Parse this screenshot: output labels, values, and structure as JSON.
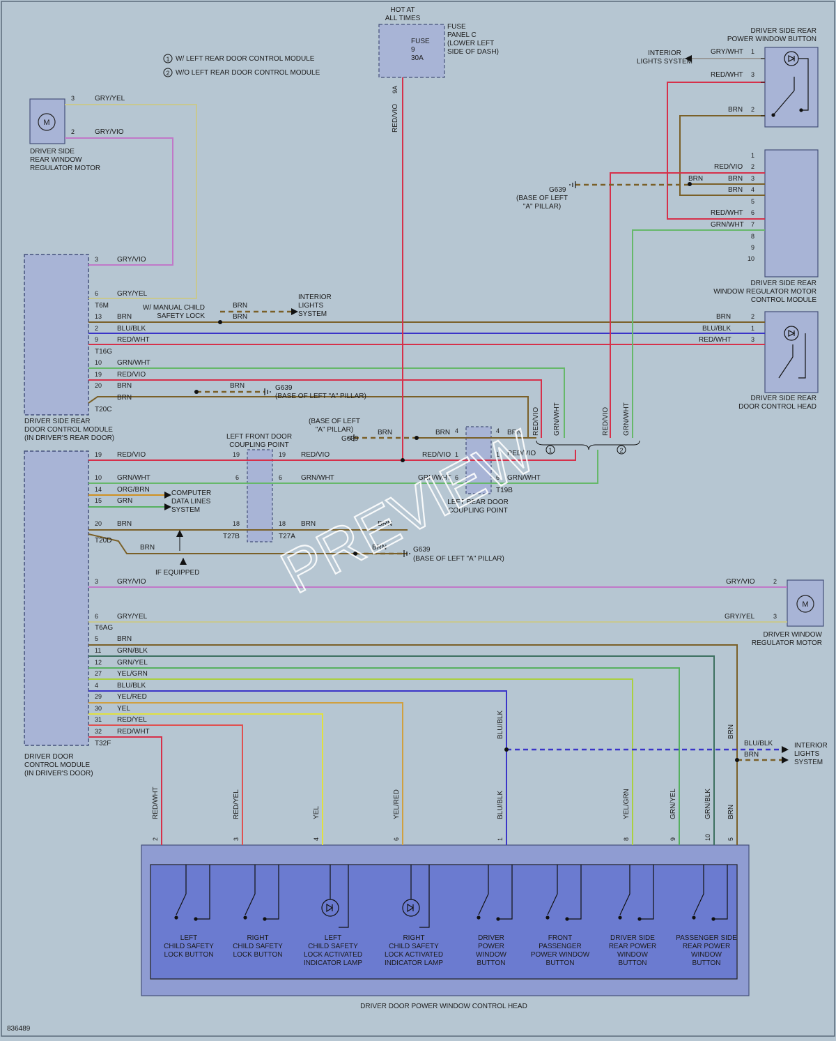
{
  "colors": {
    "background": "#b6c6d2",
    "module_fill": "#a8b4d6",
    "module_stroke": "#44507a",
    "control_head_outer": "#8f9cd2",
    "control_head_inner": "#6b7bd0",
    "wire_red": "#d6304a",
    "wire_brn": "#7a6028",
    "wire_blu": "#3a34c8",
    "wire_grn": "#56b060",
    "wire_grn_wht": "#66b86a",
    "wire_gry_vio": "#c078c8",
    "wire_gry_yel": "#c8c890",
    "wire_yel": "#e0e040",
    "wire_org": "#d09020"
  },
  "notes": {
    "note1": "W/ LEFT REAR DOOR CONTROL MODULE",
    "note2": "W/O LEFT REAR DOOR CONTROL MODULE",
    "n1": "1",
    "n2": "2"
  },
  "fuse": {
    "hot": "HOT AT\nALL TIMES",
    "name": "FUSE\n9\n30A",
    "panel": "FUSE\nPANEL C\n(LOWER LEFT\nSIDE OF DASH)",
    "pin": "9A",
    "wire": "RED/VIO"
  },
  "components": {
    "rear_motor": "DRIVER SIDE\nREAR WINDOW\nREGULATOR MOTOR",
    "rear_dcm": "DRIVER SIDE REAR\nDOOR CONTROL MODULE\n(IN DRIVER'S REAR DOOR)",
    "driver_dcm": "DRIVER DOOR\nCONTROL MODULE\n(IN DRIVER'S DOOR)",
    "rear_pwb": "DRIVER SIDE REAR\nPOWER WINDOW BUTTON",
    "rear_reg_cm": "DRIVER SIDE REAR\nWINDOW REGULATOR MOTOR\nCONTROL MODULE",
    "rear_dch": "DRIVER SIDE REAR\nDOOR CONTROL HEAD",
    "driver_motor": "DRIVER WINDOW\nREGULATOR MOTOR",
    "control_head": "DRIVER DOOR POWER WINDOW CONTROL HEAD",
    "lf_coupling": "LEFT FRONT DOOR\nCOUPLING POINT",
    "lr_coupling": "LEFT REAR DOOR\nCOUPLING POINT"
  },
  "labels": {
    "interior_lights": "INTERIOR\nLIGHTS SYSTEM",
    "interior_lights2": "INTERIOR\nLIGHTS\nSYSTEM",
    "g639": "G639",
    "g639_base": "(BASE OF LEFT \"A\" PILLAR)",
    "g639_base2": "(BASE OF LEFT\n\"A\" PILLAR)",
    "manual_lock": "W/ MANUAL CHILD\nSAFETY LOCK",
    "computer": "COMPUTER\nDATA LINES\nSYSTEM",
    "if_equipped": "IF EQUIPPED",
    "m": "M"
  },
  "connectors": {
    "t6m": "T6M",
    "t16g": "T16G",
    "t20c": "T20C",
    "t20d": "T20D",
    "t6ag": "T6AG",
    "t32f": "T32F",
    "t27b": "T27B",
    "t27a": "T27A",
    "t19b": "T19B"
  },
  "wires": {
    "gry_yel": "GRY/YEL",
    "gry_vio": "GRY/VIO",
    "brn": "BRN",
    "blu_blk": "BLU/BLK",
    "red_wht": "RED/WHT",
    "grn_wht": "GRN/WHT",
    "red_vio": "RED/VIO",
    "org_brn": "ORG/BRN",
    "grn": "GRN",
    "grn_blk": "GRN/BLK",
    "grn_yel": "GRN/YEL",
    "yel_grn": "YEL/GRN",
    "yel_red": "YEL/RED",
    "yel": "YEL",
    "red_yel": "RED/YEL",
    "gry_wht": "GRY/WHT"
  },
  "pins": {
    "p1": "1",
    "p2": "2",
    "p3": "3",
    "p4": "4",
    "p5": "5",
    "p6": "6",
    "p7": "7",
    "p8": "8",
    "p9": "9",
    "p10": "10",
    "p11": "11",
    "p12": "12",
    "p13": "13",
    "p14": "14",
    "p15": "15",
    "p18": "18",
    "p19": "19",
    "p20": "20",
    "p27": "27",
    "p29": "29",
    "p30": "30",
    "p31": "31",
    "p32": "32"
  },
  "buttons": [
    {
      "label": "LEFT\nCHILD SAFETY\nLOCK BUTTON"
    },
    {
      "label": "RIGHT\nCHILD SAFETY\nLOCK BUTTON"
    },
    {
      "label": "LEFT\nCHILD SAFETY\nLOCK ACTIVATED\nINDICATOR LAMP"
    },
    {
      "label": "RIGHT\nCHILD SAFETY\nLOCK ACTIVATED\nINDICATOR LAMP"
    },
    {
      "label": "DRIVER\nPOWER\nWINDOW\nBUTTON"
    },
    {
      "label": "FRONT\nPASSENGER\nPOWER WINDOW\nBUTTON"
    },
    {
      "label": "DRIVER SIDE\nREAR POWER\nWINDOW\nBUTTON"
    },
    {
      "label": "PASSENGER SIDE\nREAR POWER\nWINDOW\nBUTTON"
    }
  ],
  "watermark": "PREVIEW",
  "diagram_id": "836489"
}
